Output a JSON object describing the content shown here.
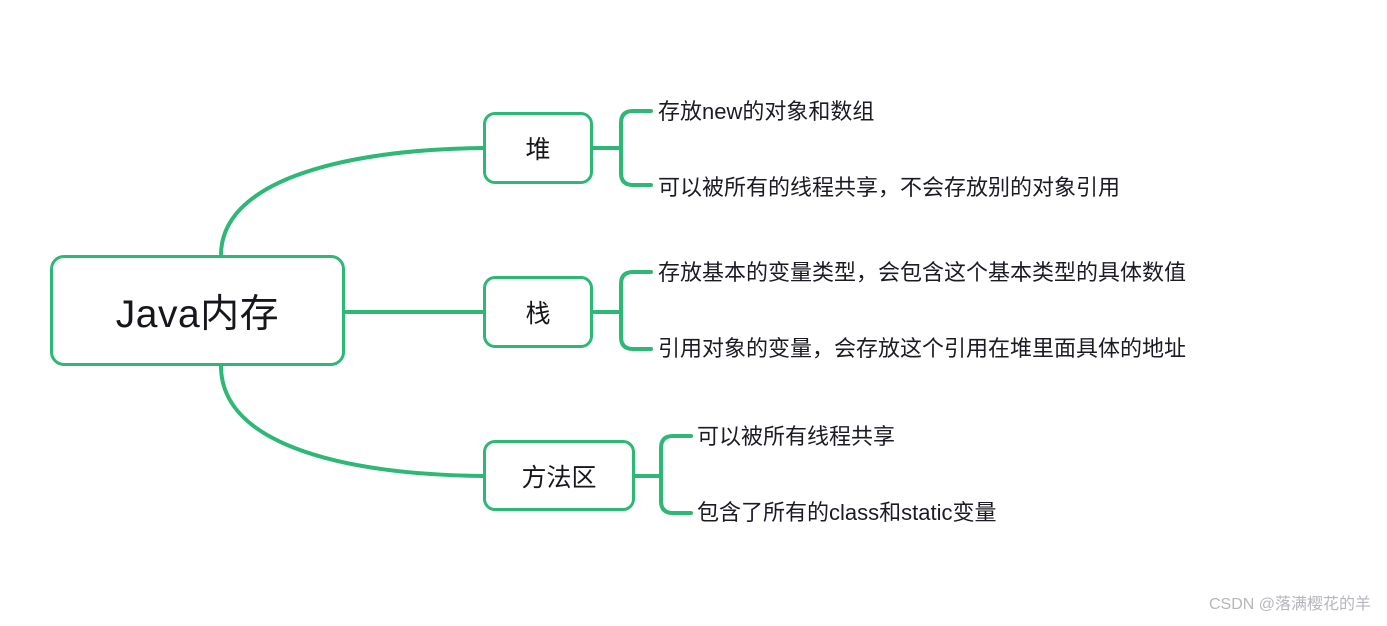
{
  "diagram": {
    "type": "mindmap",
    "orientation": "left-to-right",
    "accent_color": "#2db876",
    "text_color": "#1b1b24",
    "background_color": "#ffffff",
    "root": {
      "label": "Java内存"
    },
    "branches": [
      {
        "id": "heap",
        "label": "堆",
        "leaves": [
          "存放new的对象和数组",
          "可以被所有的线程共享，不会存放别的对象引用"
        ]
      },
      {
        "id": "stack",
        "label": "栈",
        "leaves": [
          "存放基本的变量类型，会包含这个基本类型的具体数值",
          "引用对象的变量，会存放这个引用在堆里面具体的地址"
        ]
      },
      {
        "id": "method-area",
        "label": "方法区",
        "leaves": [
          "可以被所有线程共享",
          "包含了所有的class和static变量"
        ]
      }
    ]
  },
  "watermark": {
    "text": "CSDN @落满樱花的羊"
  }
}
